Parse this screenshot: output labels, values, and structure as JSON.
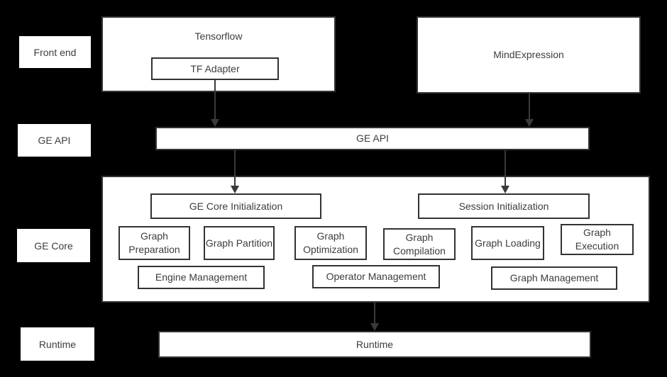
{
  "row_labels": {
    "front_end": "Front end",
    "ge_api": "GE API",
    "ge_core": "GE Core",
    "runtime": "Runtime"
  },
  "front_end": {
    "tensorflow": "Tensorflow",
    "tf_adapter": "TF Adapter",
    "mind_expression": "MindExpression"
  },
  "ge_api": {
    "bar": "GE API"
  },
  "ge_core": {
    "init": "GE Core Initialization",
    "session": "Session Initialization",
    "stages": [
      "Graph Preparation",
      "Graph Partition",
      "Graph Optimization",
      "Graph Compilation",
      "Graph Loading",
      "Graph Execution"
    ],
    "management": [
      "Engine Management",
      "Operator Management",
      "Graph Management"
    ]
  },
  "runtime": {
    "bar": "Runtime"
  },
  "colors": {
    "background": "#000000",
    "box_fill": "#ffffff",
    "border": "#333333",
    "text": "#3d3d3d",
    "arrow": "#3a3a3a"
  }
}
